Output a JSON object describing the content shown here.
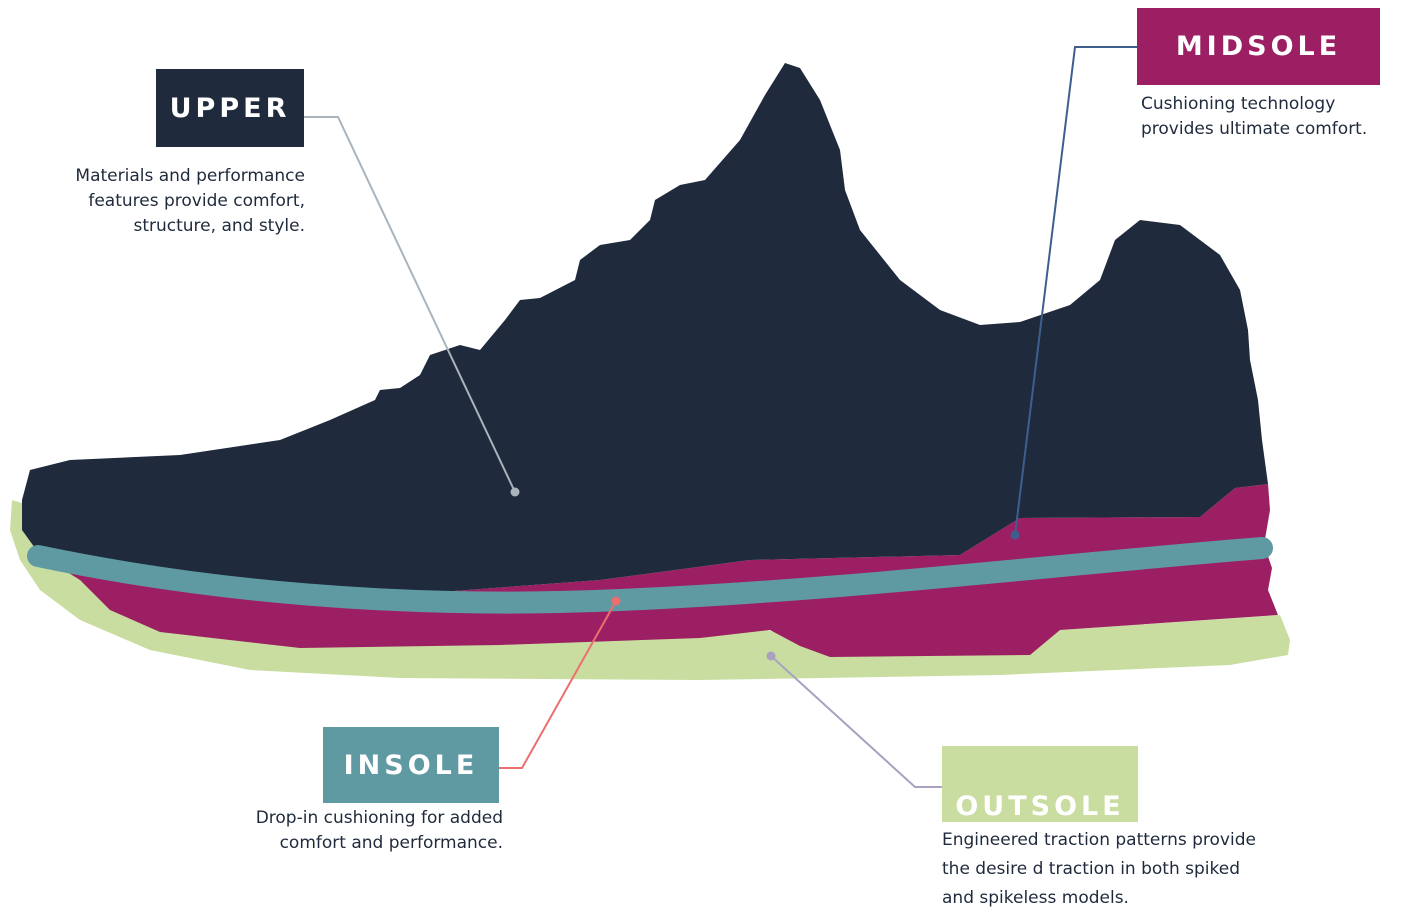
{
  "colors": {
    "upper": "#1f2a3c",
    "midsole": "#9b1f62",
    "insole": "#5f9aa2",
    "outsole": "#c9dda0",
    "upper_line": "#a9b4bd",
    "midsole_line": "#3e5f8e",
    "insole_line": "#ec6e6e",
    "outsole_line": "#a8a2c0",
    "text": "#1f2a3c"
  },
  "components": {
    "upper": {
      "label": "UPPER",
      "description": [
        "Materials and performance",
        "features provide comfort,",
        "structure, and style."
      ]
    },
    "midsole": {
      "label": "MIDSOLE",
      "description": [
        "Cushioning technology",
        "provides ultimate comfort."
      ]
    },
    "insole": {
      "label": "INSOLE",
      "description": [
        "Drop-in cushioning for added",
        "comfort and performance."
      ]
    },
    "outsole": {
      "label": "OUTSOLE",
      "description": [
        "Engineered traction patterns provide",
        "the desire d traction in both spiked",
        "and spikeless models."
      ]
    }
  }
}
